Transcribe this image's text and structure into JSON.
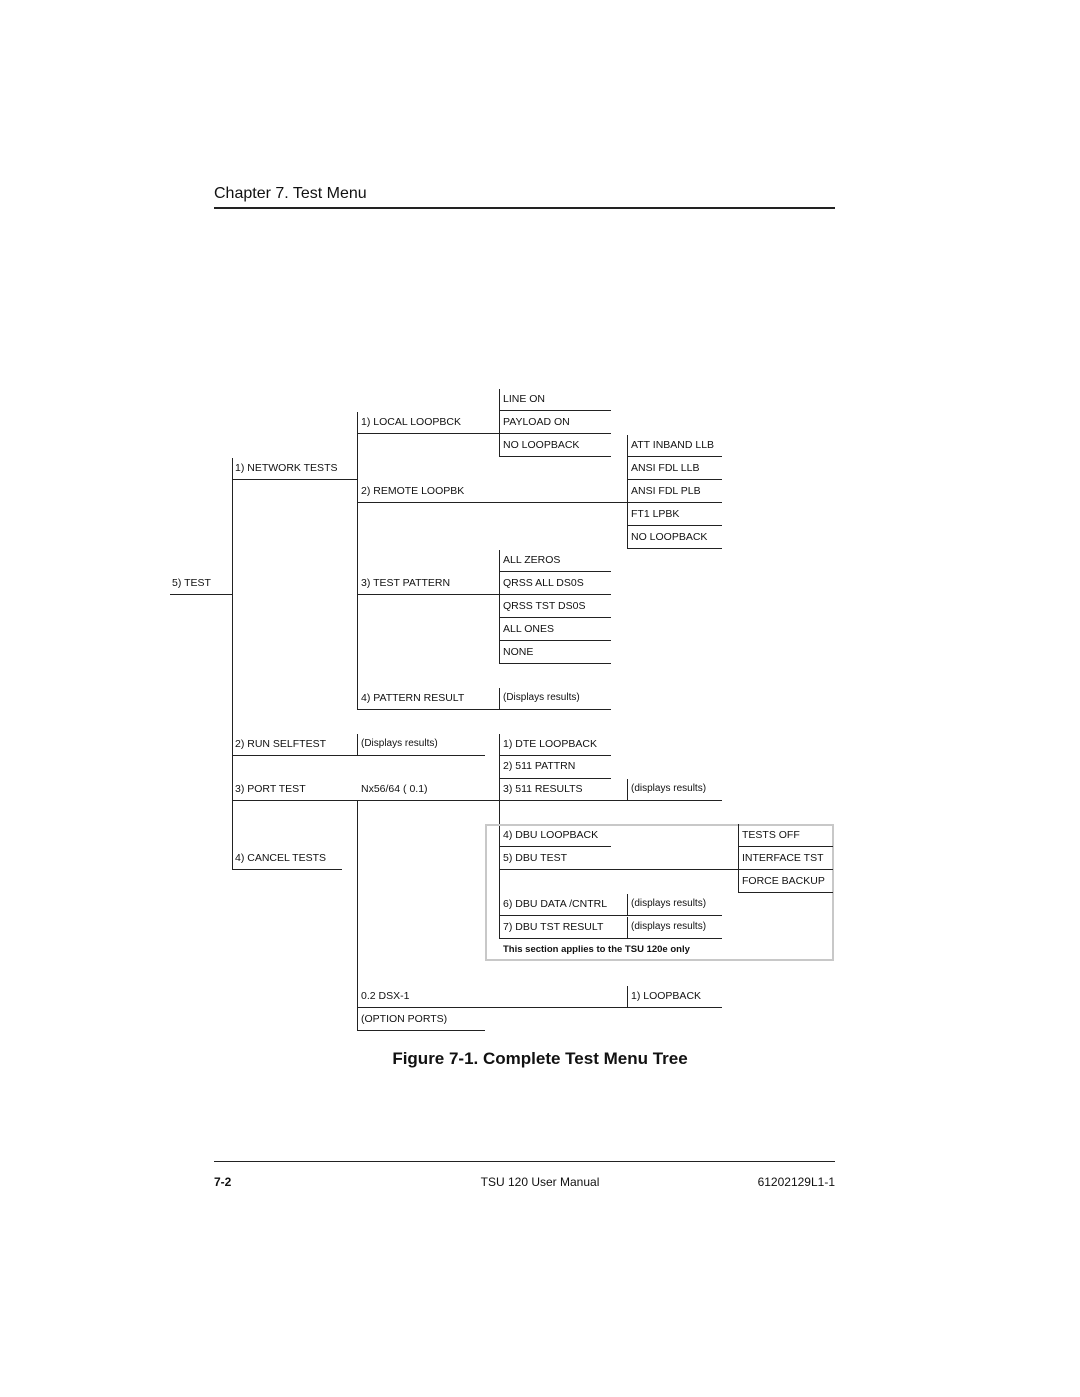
{
  "header": {
    "chapter_title": "Chapter 7. Test Menu"
  },
  "tree": {
    "root": "5) TEST",
    "level1": {
      "network_tests": "1) NETWORK TESTS",
      "run_selftest": "2) RUN SELFTEST",
      "port_test": "3) PORT TEST",
      "cancel_tests": "4) CANCEL TESTS"
    },
    "network": {
      "local_loopbck": "1) LOCAL LOOPBCK",
      "remote_loopbk": "2) REMOTE LOOPBK",
      "test_pattern": "3) TEST PATTERN",
      "pattern_result": "4) PATTERN RESULT"
    },
    "local_opts": [
      "LINE ON",
      "PAYLOAD ON",
      "NO LOOPBACK"
    ],
    "remote_opts": [
      "ATT INBAND LLB",
      "ANSI FDL LLB",
      "ANSI FDL PLB",
      "FT1 LPBK",
      "NO LOOPBACK"
    ],
    "pattern_opts": [
      "ALL ZEROS",
      "QRSS ALL DS0S",
      "QRSS TST DS0S",
      "ALL ONES",
      "NONE"
    ],
    "pattern_result_value": "(Displays results)",
    "selftest_value": "(Displays results)",
    "port": {
      "nx_port": "Nx56/64 ( 0.1)",
      "dte_loopback": "1) DTE LOOPBACK",
      "pattrn_511": "2) 511 PATTRN",
      "results_511": "3) 511 RESULTS",
      "results_511_value": "(displays results)",
      "dbu_loopback": "4) DBU LOOPBACK",
      "dbu_test": "5) DBU TEST",
      "dbu_data": "6) DBU DATA /CNTRL",
      "dbu_data_value": "(displays results)",
      "dbu_tst_result": "7) DBU TST RESULT",
      "dbu_tst_result_value": "(displays results)",
      "dbu_test_opts": [
        "TESTS OFF",
        "INTERFACE TST",
        "FORCE BACKUP"
      ],
      "dbu_note": "This section applies to the TSU 120e only",
      "dsx_port": "0.2 DSX-1",
      "dsx_loopback": "1) LOOPBACK",
      "option_ports": "(OPTION PORTS)"
    }
  },
  "figure": {
    "caption": "Figure 7-1.  Complete Test Menu Tree"
  },
  "footer": {
    "page_number": "7-2",
    "manual_title": "TSU 120 User Manual",
    "doc_number": "61202129L1-1"
  }
}
